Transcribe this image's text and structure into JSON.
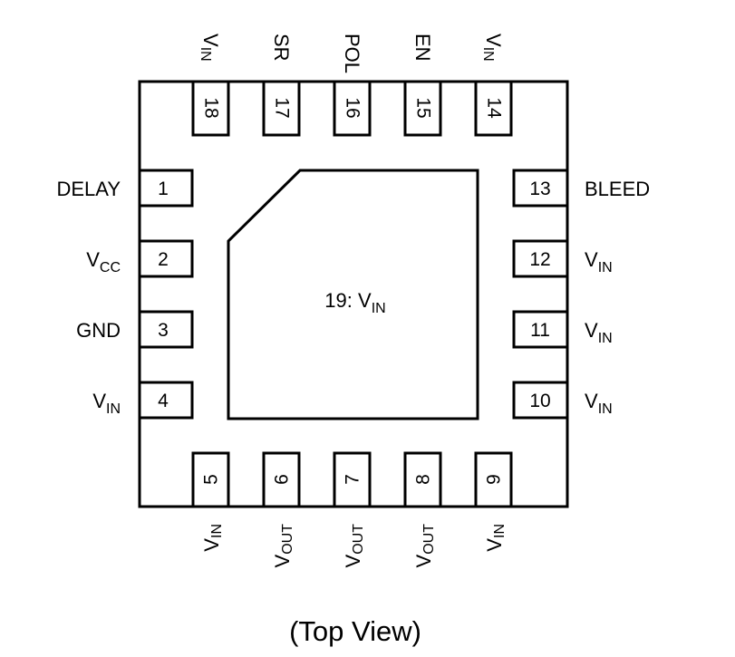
{
  "caption": "(Top View)",
  "colors": {
    "stroke": "#000000",
    "background": "#ffffff"
  },
  "pad": {
    "number": "19",
    "sep": ": ",
    "label_main": "V",
    "label_sub": "IN"
  },
  "pins_left": [
    {
      "num": "1",
      "main": "DELAY",
      "sub": ""
    },
    {
      "num": "2",
      "main": "V",
      "sub": "CC"
    },
    {
      "num": "3",
      "main": "GND",
      "sub": ""
    },
    {
      "num": "4",
      "main": "V",
      "sub": "IN"
    }
  ],
  "pins_right": [
    {
      "num": "13",
      "main": "BLEED",
      "sub": ""
    },
    {
      "num": "12",
      "main": "V",
      "sub": "IN"
    },
    {
      "num": "11",
      "main": "V",
      "sub": "IN"
    },
    {
      "num": "10",
      "main": "V",
      "sub": "IN"
    }
  ],
  "pins_bottom": [
    {
      "num": "5",
      "main": "V",
      "sub": "IN"
    },
    {
      "num": "6",
      "main": "V",
      "sub": "OUT"
    },
    {
      "num": "7",
      "main": "V",
      "sub": "OUT"
    },
    {
      "num": "8",
      "main": "V",
      "sub": "OUT"
    },
    {
      "num": "9",
      "main": "V",
      "sub": "IN"
    }
  ],
  "pins_top": [
    {
      "num": "18",
      "main": "V",
      "sub": "IN"
    },
    {
      "num": "17",
      "main": "SR",
      "sub": ""
    },
    {
      "num": "16",
      "main": "POL",
      "sub": ""
    },
    {
      "num": "15",
      "main": "EN",
      "sub": ""
    },
    {
      "num": "14",
      "main": "V",
      "sub": "IN"
    }
  ]
}
